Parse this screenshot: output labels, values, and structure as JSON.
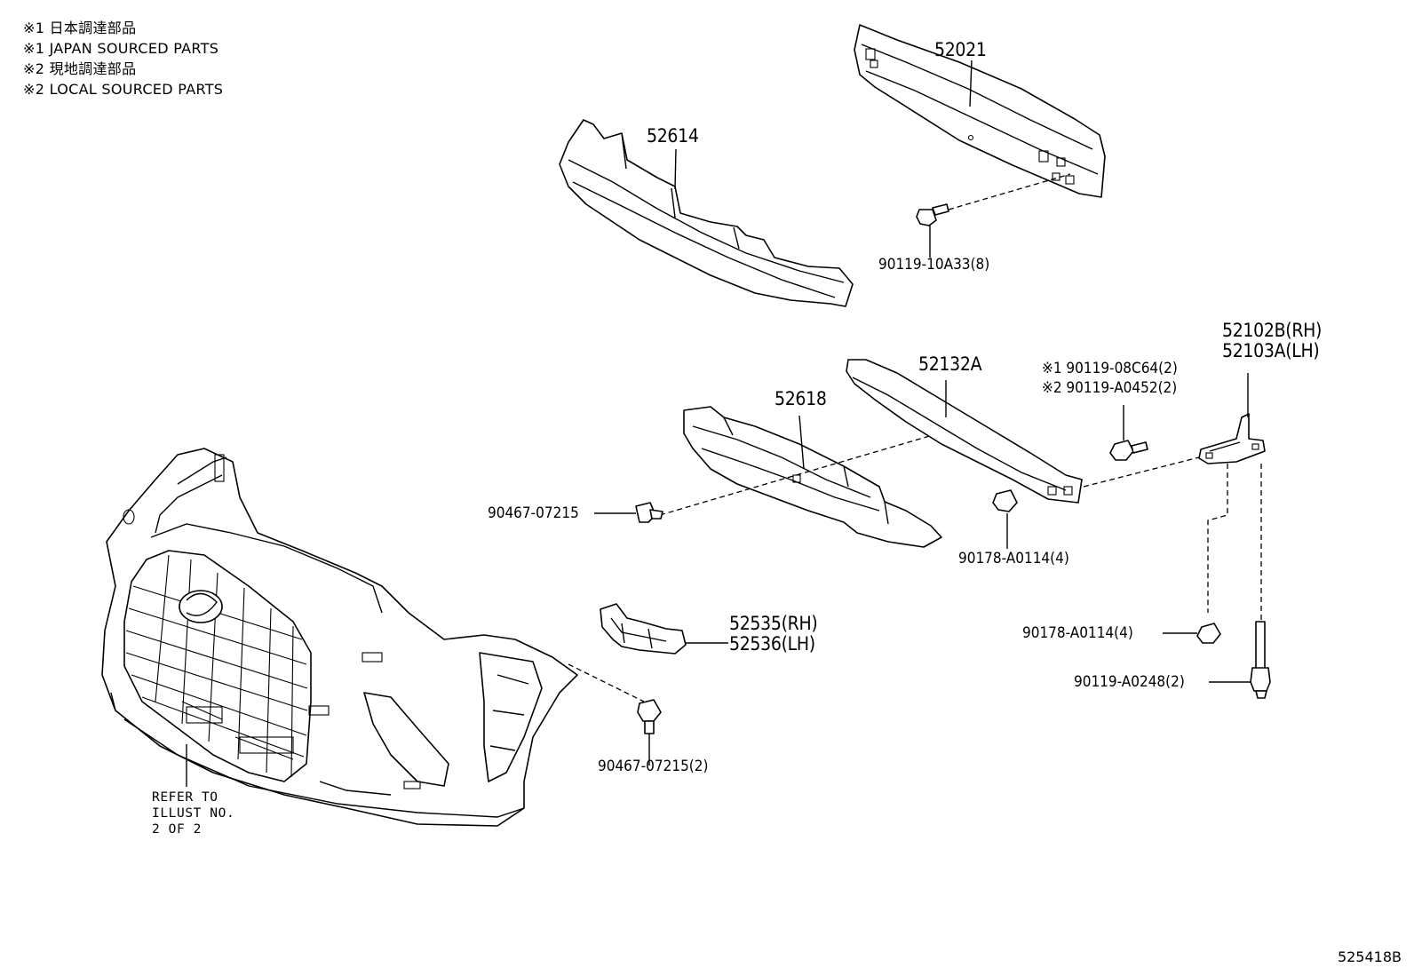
{
  "notes": [
    "※1 日本調達部品",
    "※1 JAPAN SOURCED PARTS",
    "※2 現地調達部品",
    "※2 LOCAL SOURCED PARTS"
  ],
  "parts": {
    "p52021": "52021",
    "p52614": "52614",
    "p90119_10A33": "90119-10A33(8)",
    "p52132A": "52132A",
    "p52618": "52618",
    "p52102B": "52102B(RH)",
    "p52103A": "52103A(LH)",
    "p90119_08C64": "※1 90119-08C64(2)",
    "p90119_A0452": "※2 90119-A0452(2)",
    "p90467_07215_a": "90467-07215",
    "p90178_A0114_a": "90178-A0114(4)",
    "p52535": "52535(RH)",
    "p52536": "52536(LH)",
    "p90178_A0114_b": "90178-A0114(4)",
    "p90119_A0248": "90119-A0248(2)",
    "p90467_07215_b": "90467-07215(2)"
  },
  "refer": [
    "REFER TO",
    "ILLUST NO.",
    "2 OF 2"
  ],
  "illustration_number": "525418B"
}
